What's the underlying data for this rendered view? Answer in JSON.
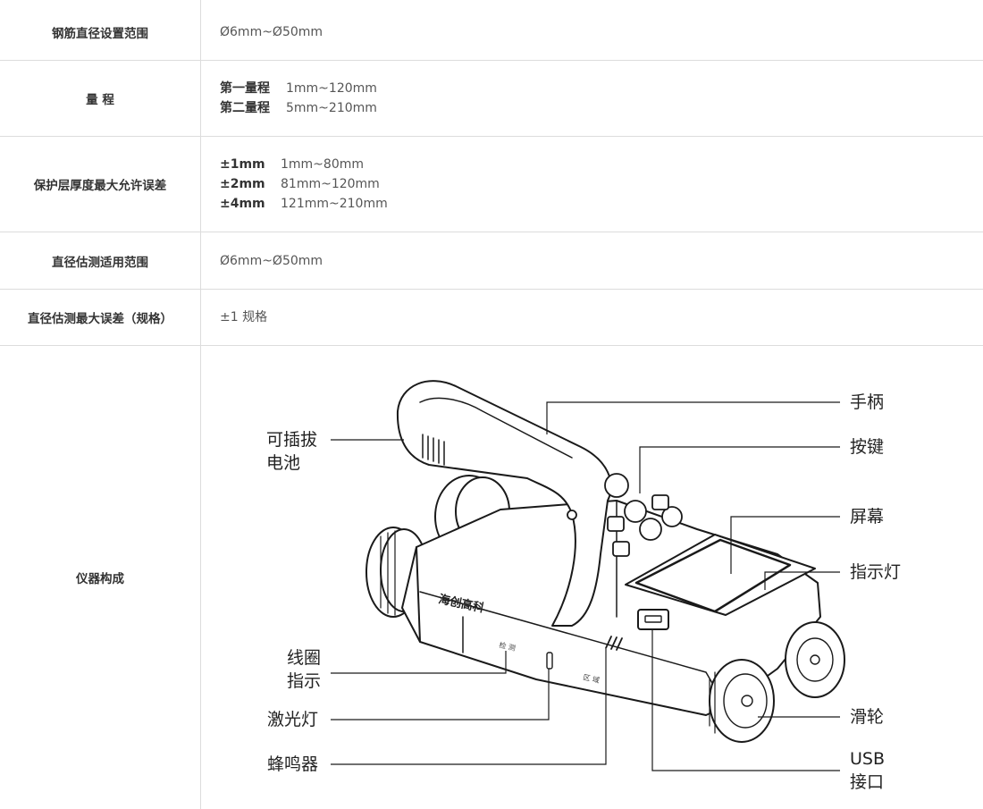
{
  "spec_rows": [
    {
      "label": "钢筋直径设置范围",
      "value": "Ø6mm~Ø50mm"
    },
    {
      "label": "量 程",
      "pairs": [
        {
          "k": "第一量程",
          "v": "1mm~120mm"
        },
        {
          "k": "第二量程",
          "v": "5mm~210mm"
        }
      ]
    },
    {
      "label": "保护层厚度最大允许误差",
      "pairs": [
        {
          "k": "±1mm",
          "v": "1mm~80mm"
        },
        {
          "k": "±2mm",
          "v": "81mm~120mm"
        },
        {
          "k": "±4mm",
          "v": "121mm~210mm"
        }
      ]
    },
    {
      "label": "直径估测适用范围",
      "value": "Ø6mm~Ø50mm"
    },
    {
      "label": "直径估测最大误差（规格）",
      "value": "±1 规格"
    },
    {
      "label": "仪器构成"
    }
  ],
  "diagram": {
    "left_labels": {
      "battery": [
        "可插拔",
        "电池"
      ],
      "coil": [
        "线圈",
        "指示"
      ],
      "laser": "激光灯",
      "buzzer": "蜂鸣器"
    },
    "right_labels": {
      "handle": "手柄",
      "keys": "按键",
      "screen": "屏幕",
      "indicator": "指示灯",
      "pulley": "滑轮",
      "usb": [
        "USB",
        "接口"
      ]
    },
    "device_print": {
      "brand": "海创高科",
      "detect_left": "检 测",
      "detect_right": "区 域"
    }
  }
}
